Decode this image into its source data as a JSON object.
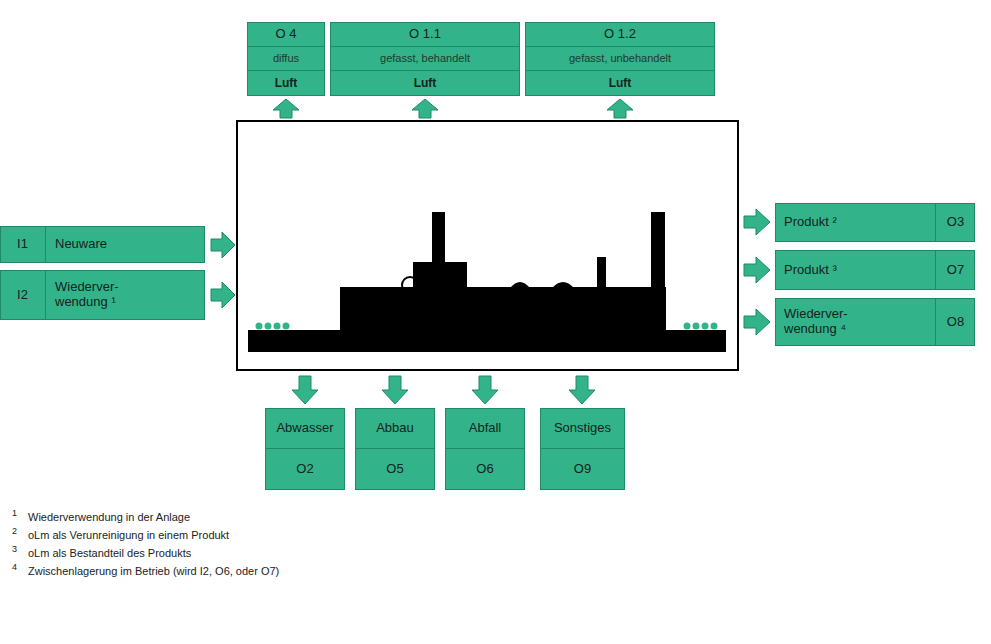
{
  "diagram": {
    "nodes": [
      {
        "text": [
          "O 4",
          "diffus",
          "Luft"
        ]
      },
      {
        "text": [
          "O 1.1",
          "gefasst, behandelt",
          "Luft"
        ]
      },
      {
        "text": [
          "O 1.2",
          "gefasst, unbehandelt",
          "Luft"
        ]
      },
      {
        "text": [
          "I1",
          "Neuware"
        ]
      },
      {
        "text": [
          "I2",
          "Wiederver- wendung ¹"
        ]
      },
      {
        "text": [
          "Produkt ²",
          "O3"
        ]
      },
      {
        "text": [
          "Produkt ³",
          "O7"
        ]
      },
      {
        "text": [
          "Wiederver- wendung ⁴",
          "O8"
        ]
      },
      {
        "text": [
          "Abwasser",
          "O2"
        ]
      },
      {
        "text": [
          "Abbau",
          "O5"
        ]
      },
      {
        "text": [
          "Abfall",
          "O6"
        ]
      },
      {
        "text": [
          "Sonstiges",
          "O9"
        ]
      }
    ],
    "labels": [
      "1",
      "Wiederverwendung in der Anlage",
      "2",
      "oLm als Verunreinigung in einem Produkt",
      "3",
      "oLm als Bestandteil des Produkts",
      "4",
      "Zwischenlagerung im Betrieb (wird I2, O6, oder O7)"
    ]
  }
}
